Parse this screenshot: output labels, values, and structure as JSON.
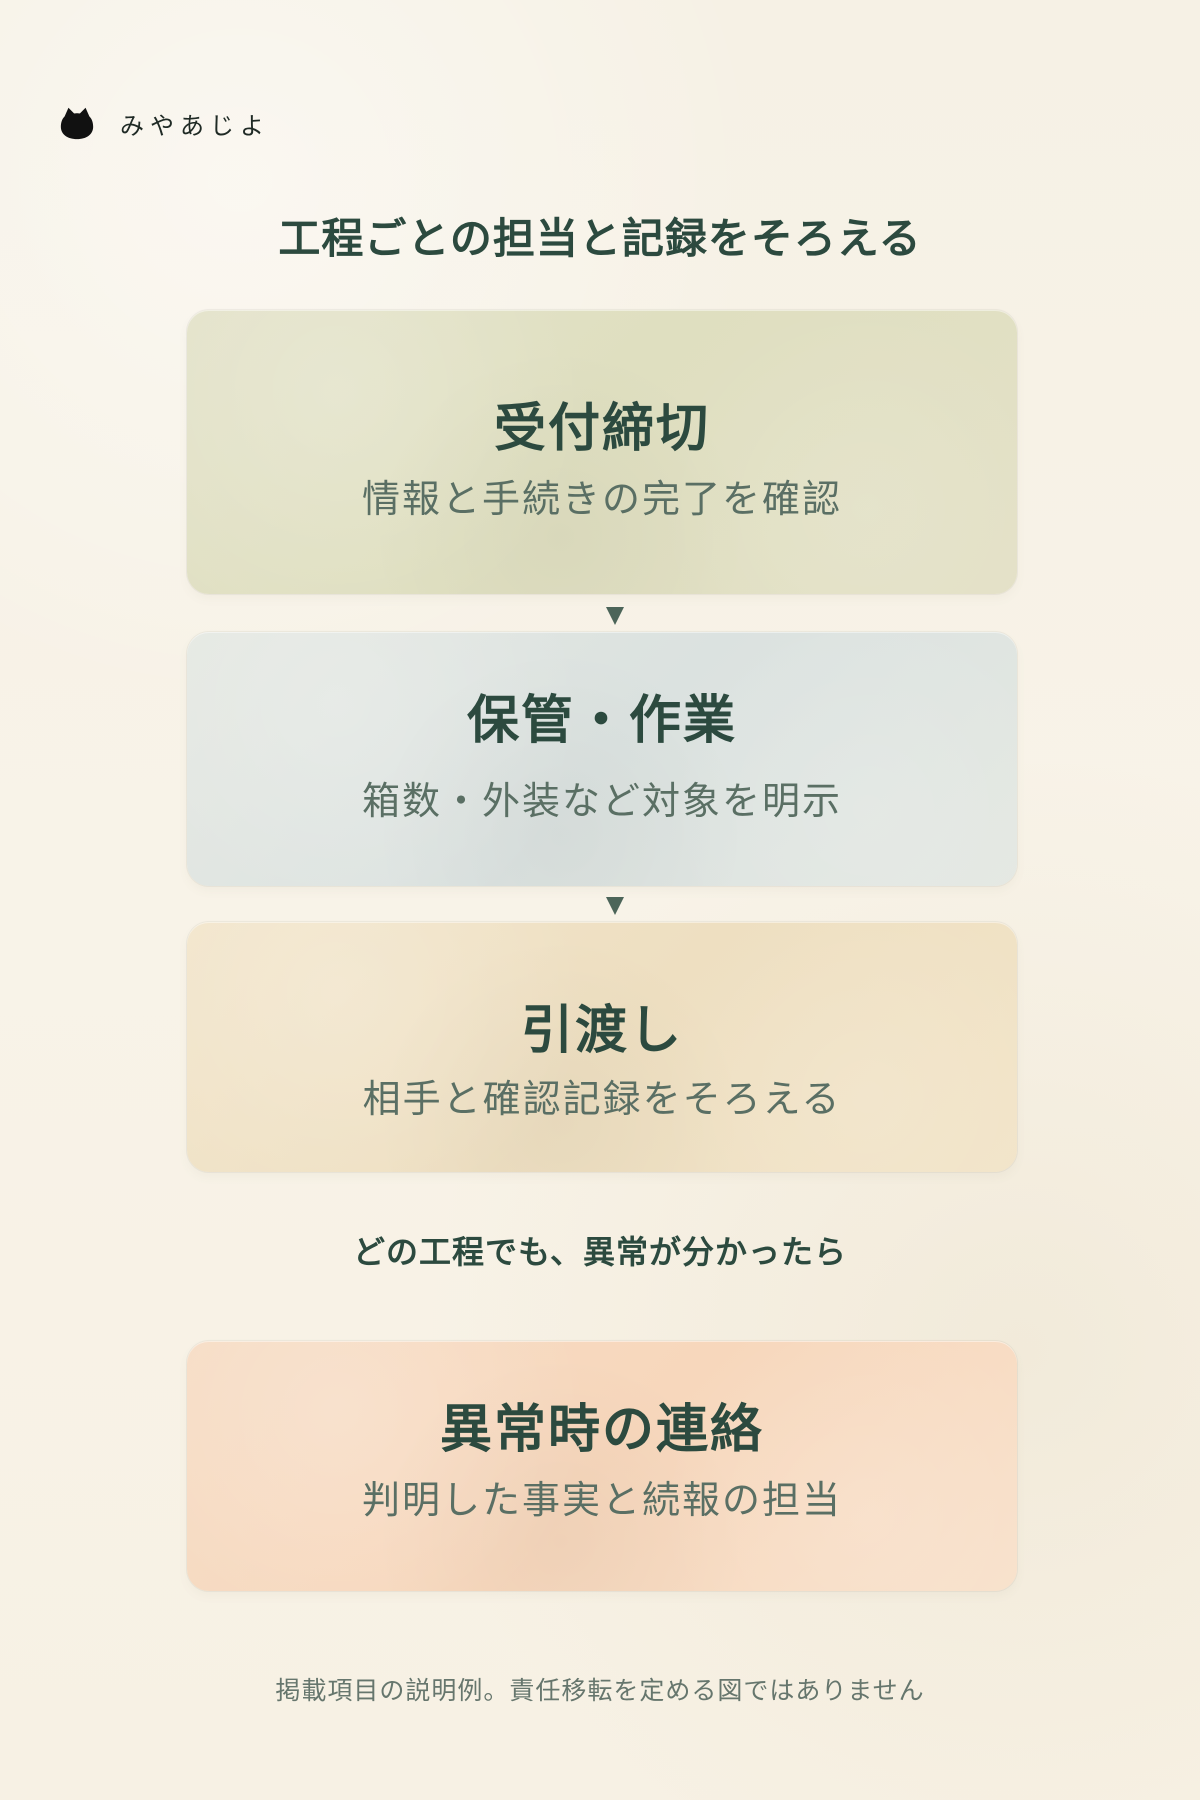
{
  "brand": {
    "icon": "cat-icon",
    "name": "みやあじよ"
  },
  "title": "工程ごとの担当と記録をそろえる",
  "colors": {
    "text_primary": "#2c4a3f",
    "text_secondary": "#5a6f64",
    "card_1": "#e2e1c6",
    "card_2": "#dde3e0",
    "card_3": "#f0e2c7",
    "card_4": "#f7dac1",
    "arrow": "#4c6559"
  },
  "cards": [
    {
      "title": "受付締切",
      "subtitle": "情報と手続きの完了を確認"
    },
    {
      "title": "保管・作業",
      "subtitle": "箱数・外装など対象を明示"
    },
    {
      "title": "引渡し",
      "subtitle": "相手と確認記録をそろえる"
    },
    {
      "title": "異常時の連絡",
      "subtitle": "判明した事実と続報の担当"
    }
  ],
  "arrows": [
    {
      "icon": "arrow-down-icon"
    },
    {
      "icon": "arrow-down-icon"
    }
  ],
  "transition_text": "どの工程でも、異常が分かったら",
  "footer": "掲載項目の説明例。責任移転を定める図ではありません"
}
